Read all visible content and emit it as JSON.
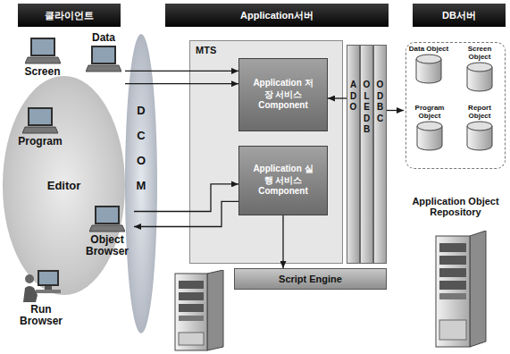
{
  "diagram": {
    "nodes": [
      {
        "text": [
          "클라이언트"
        ]
      },
      {
        "text": [
          "Application서버"
        ]
      },
      {
        "text": [
          "DB서버"
        ]
      },
      {
        "text": [
          "Editor"
        ]
      },
      {
        "text": [
          "Screen"
        ]
      },
      {
        "text": [
          "Data"
        ]
      },
      {
        "text": [
          "Program"
        ]
      },
      {
        "text": [
          "Object Browser"
        ]
      },
      {
        "text": [
          "Run Browser"
        ]
      },
      {
        "text": [
          "DCOM"
        ]
      },
      {
        "text": [
          "MTS"
        ]
      },
      {
        "text": [
          "Application 저장 서비스 Component"
        ],
        "in": 10
      },
      {
        "text": [
          "Application 실행 서비스 Component"
        ],
        "in": 10
      },
      {
        "text": [
          "ADO"
        ]
      },
      {
        "text": [
          "OLE DB"
        ]
      },
      {
        "text": [
          "ODBC"
        ]
      },
      {
        "text": [
          "Script Engine"
        ]
      },
      {
        "text": [
          "Application Object Repository"
        ]
      },
      {
        "text": [
          "Data Object"
        ],
        "in": 17
      },
      {
        "text": [
          "Screen Object"
        ],
        "in": 17
      },
      {
        "text": [
          "Program Object"
        ],
        "in": 17
      },
      {
        "text": [
          "Report Object"
        ],
        "in": 17
      }
    ],
    "edges": [
      {
        "from": 5,
        "to": 11,
        "arrow": "to"
      },
      {
        "from": 5,
        "to": 11,
        "arrow": "to"
      },
      {
        "from": 7,
        "to": 12,
        "arrow": "to"
      },
      {
        "from": 12,
        "to": 7,
        "arrow": "to"
      },
      {
        "from": 12,
        "to": 16,
        "arrow": "to"
      },
      {
        "from": 13,
        "to": 11,
        "arrow": "to"
      },
      {
        "from": 15,
        "to": 17,
        "arrow": "to"
      }
    ]
  }
}
